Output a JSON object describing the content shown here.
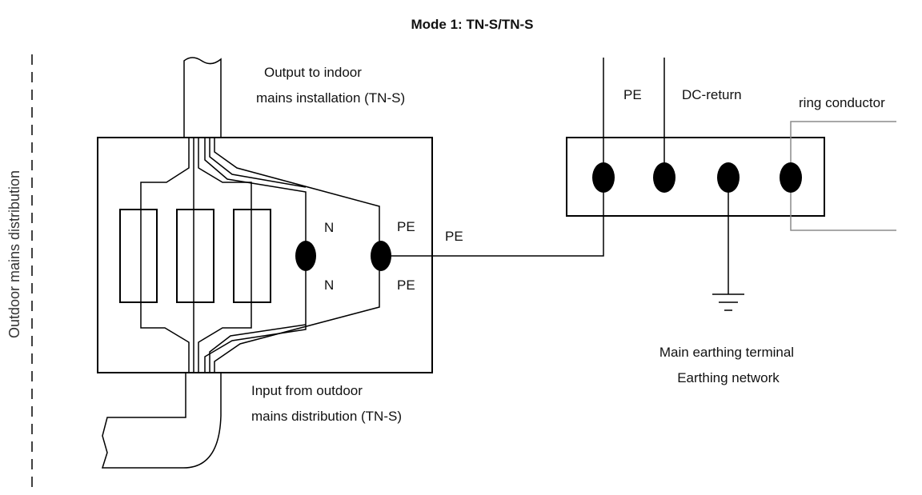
{
  "title": "Mode 1: TN-S/TN-S",
  "side_label": "Outdoor mains distribution",
  "labels": {
    "output": [
      "Output to indoor",
      "mains installation (TN-S)"
    ],
    "input": [
      "Input from outdoor",
      "mains distribution (TN-S)"
    ],
    "n_upper": "N",
    "n_lower": "N",
    "pe_box_upper": "PE",
    "pe_box_lower": "PE",
    "pe_line": "PE",
    "pe_top": "PE",
    "dc_return": "DC-return",
    "ring_conductor": "ring conductor",
    "earthing": [
      "Main earthing terminal",
      "Earthing network"
    ]
  }
}
